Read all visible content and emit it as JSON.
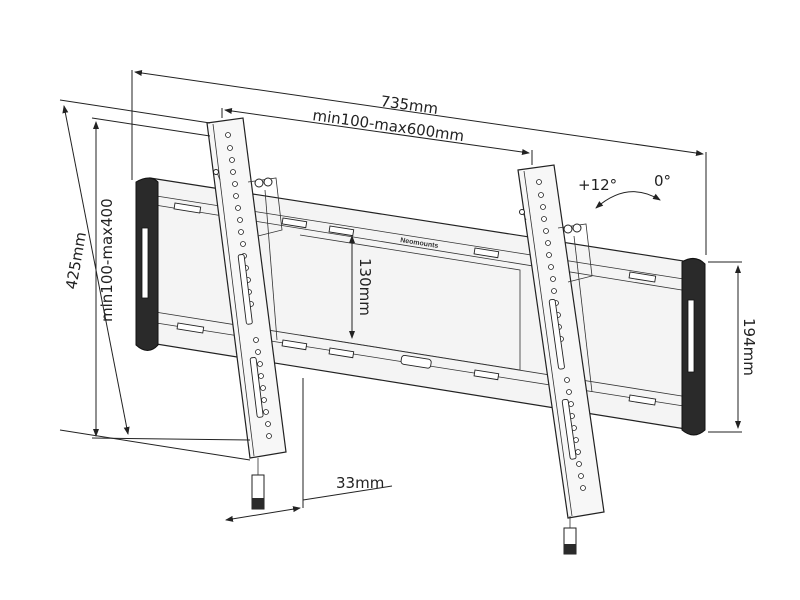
{
  "dimensions": {
    "width_total": "735mm",
    "vesa_horizontal": "min100-max600mm",
    "height_total": "425mm",
    "vesa_vertical": "min100-max400",
    "frame_height": "194mm",
    "inner_gap": "130mm",
    "wall_distance": "33mm"
  },
  "tilt": {
    "plus": "+12°",
    "zero": "0°"
  },
  "brand": "Neomounts"
}
